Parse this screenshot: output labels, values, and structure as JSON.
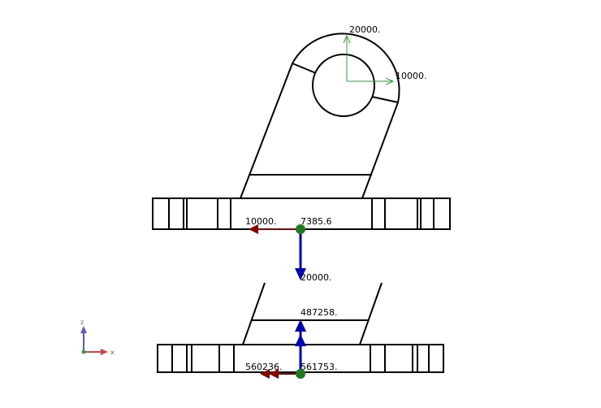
{
  "colors": {
    "background": "#ffffff",
    "geometry": "#000000",
    "load_arrow_green": "#2ea02e",
    "force_red": "#8b0000",
    "force_blue": "#0000b4",
    "support_node_green": "#1f7a1f"
  },
  "upper_model": {
    "load_x_value": "10000.",
    "load_z_value": "20000.",
    "reaction_x_value": "10000.",
    "reaction_moment_value": "7385.6",
    "reaction_z_value": "20000."
  },
  "lower_model": {
    "member_force_value": "487258.",
    "reaction_x_value": "560236.",
    "reaction_z_value": "561753."
  },
  "triad": {
    "z_label": "z",
    "x_label": "x"
  }
}
